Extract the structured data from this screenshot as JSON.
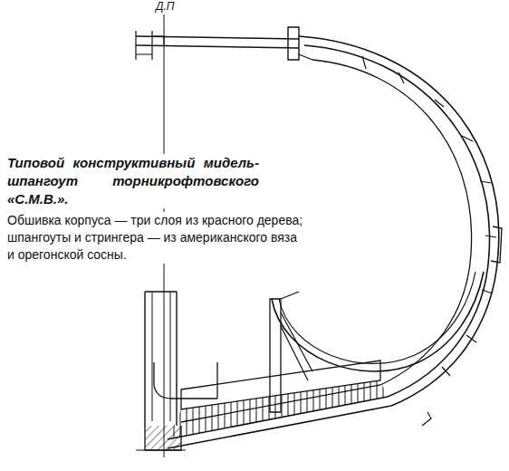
{
  "diagram": {
    "title": "Типовой конструктивный мидель-шпангоут торникрофтовского «С.М.В.».",
    "caption": "Обшивка корпуса — три слоя из красного дерева; шпангоуты и стрингера — из американского вяза и орегонской сосны.",
    "labels": [
      "Д.П"
    ]
  }
}
